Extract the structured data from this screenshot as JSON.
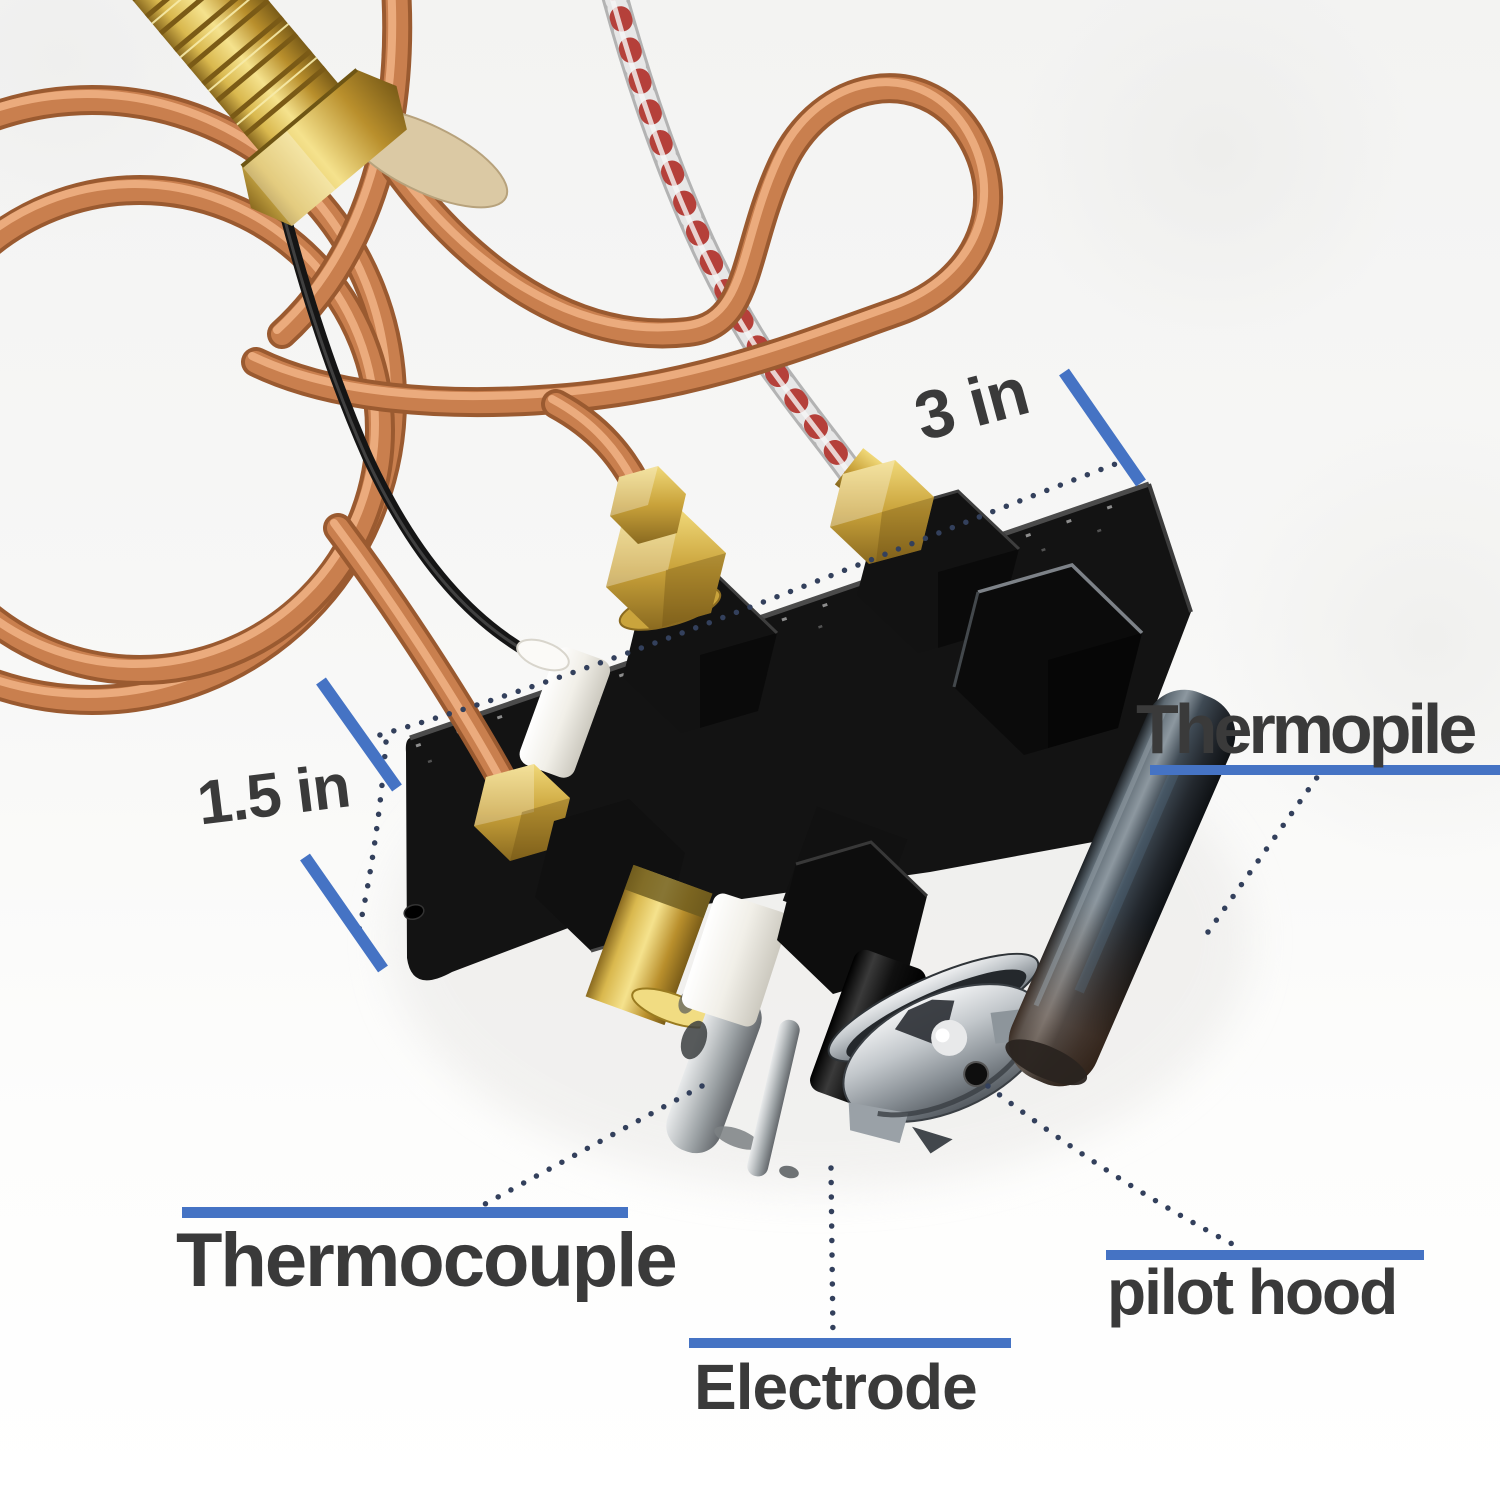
{
  "scene": {
    "description": "Gas pilot burner assembly product photo with annotated parts",
    "background": "#f4f4f3"
  },
  "colors": {
    "accent_blue": "#4573c4",
    "label_text": "#3a3a3a",
    "dotted_leader": "#33405c",
    "copper": "#c97f4e",
    "brass": "#d9b84e",
    "bracket_black": "#121212",
    "steel": "#b9bdbf"
  },
  "callouts": {
    "thermopile": {
      "text": "Thermopile"
    },
    "thermocouple": {
      "text": "Thermocouple"
    },
    "electrode": {
      "text": "Electrode"
    },
    "pilot_hood": {
      "text": "pilot hood"
    }
  },
  "dimensions": {
    "width": {
      "text": "3 in"
    },
    "height": {
      "text": "1.5 in"
    }
  }
}
